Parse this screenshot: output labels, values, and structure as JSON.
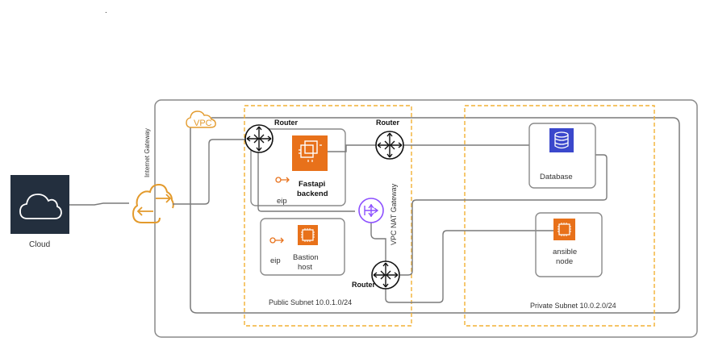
{
  "diagram": {
    "dot_mark": ".",
    "cloud_label": "Cloud",
    "internet_gateway_label": "Internet Gateway",
    "vpc_label": "VPC",
    "public_subnet_label": "Public Subnet 10.0.1.0/24",
    "private_subnet_label": "Private Subnet 10.0.2.0/24",
    "router_labels": [
      "Router",
      "Router",
      "Router"
    ],
    "nat_gateway_label": "VPC NAT Gateway",
    "fastapi_line1": "Fastapi",
    "fastapi_line2": "backend",
    "fastapi_eip_label": "eip",
    "bastion_line1": "Bastion",
    "bastion_line2": "host",
    "bastion_eip_label": "eip",
    "database_label": "Database",
    "ansible_line1": "ansible",
    "ansible_line2": "node"
  },
  "colors": {
    "aws_orange": "#E8711A",
    "gateway_orange": "#E39A2C",
    "subnet_dash": "#F2B134",
    "database_blue": "#3B48CC",
    "nat_purple": "#8C4FFF",
    "cloud_dark": "#232F3E",
    "line_gray": "#7A7A7A",
    "box_gray": "#8A8A8A"
  },
  "icons": {
    "cloud": "cloud-icon",
    "internet_gateway": "internet-gateway-icon",
    "vpc": "vpc-cloud-icon",
    "router": "router-icon",
    "nat_gateway": "nat-gateway-icon",
    "ec2": "ec2-instance-icon",
    "eip": "elastic-ip-icon",
    "database": "database-icon"
  }
}
